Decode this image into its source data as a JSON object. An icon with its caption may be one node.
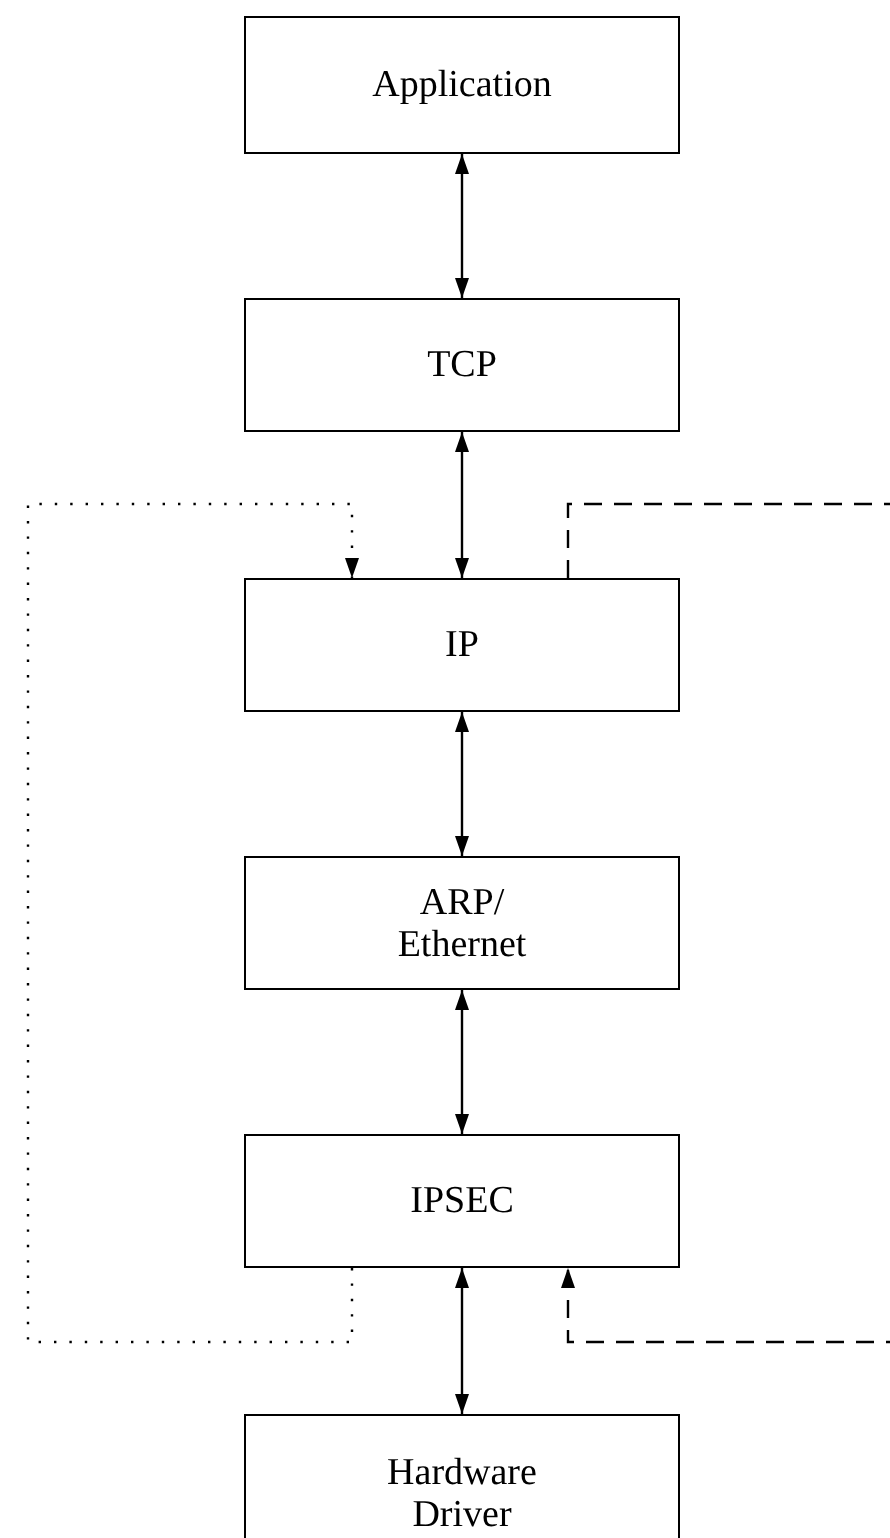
{
  "diagram": {
    "nodes": [
      {
        "text": [
          "Application"
        ]
      },
      {
        "text": [
          "TCP"
        ]
      },
      {
        "text": [
          "IP"
        ]
      },
      {
        "text": [
          "ARP/ Ethernet"
        ]
      },
      {
        "text": [
          "IPSEC"
        ]
      },
      {
        "text": [
          "Hardware Driver"
        ]
      }
    ],
    "edges": [
      {
        "from": 0,
        "to": 1,
        "arrow": "both"
      },
      {
        "from": 1,
        "to": 2,
        "arrow": "both"
      },
      {
        "from": 2,
        "to": 3,
        "arrow": "both"
      },
      {
        "from": 3,
        "to": 4,
        "arrow": "both"
      },
      {
        "from": 4,
        "to": 5,
        "arrow": "both"
      },
      {
        "from": 4,
        "to": 2,
        "arrow": "to",
        "style": "dashed"
      },
      {
        "from": 2,
        "to": 4,
        "arrow": "to",
        "style": "dashed"
      }
    ]
  }
}
